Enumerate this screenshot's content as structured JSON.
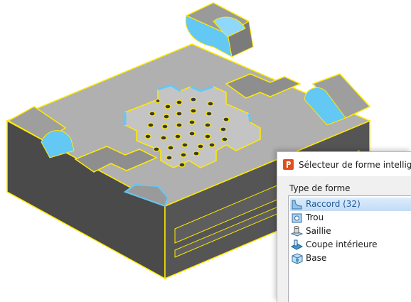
{
  "colors": {
    "part_top": "#aeaeae",
    "part_side": "#4f4f4f",
    "edge_highlight": "#ffea00",
    "fillet_blue": "#64c8f5",
    "selection_bg": "#c9e0f7",
    "icon_orange": "#e0501c"
  },
  "dialog": {
    "title": "Sélecteur de forme intelligent",
    "group_label": "Type de forme",
    "items": [
      {
        "label": "Raccord (32)",
        "icon": "fillet-icon",
        "selected": true
      },
      {
        "label": "Trou",
        "icon": "hole-icon",
        "selected": false
      },
      {
        "label": "Saillie",
        "icon": "boss-icon",
        "selected": false
      },
      {
        "label": "Coupe intérieure",
        "icon": "inner-cut-icon",
        "selected": false
      },
      {
        "label": "Base",
        "icon": "base-icon",
        "selected": false
      }
    ]
  }
}
